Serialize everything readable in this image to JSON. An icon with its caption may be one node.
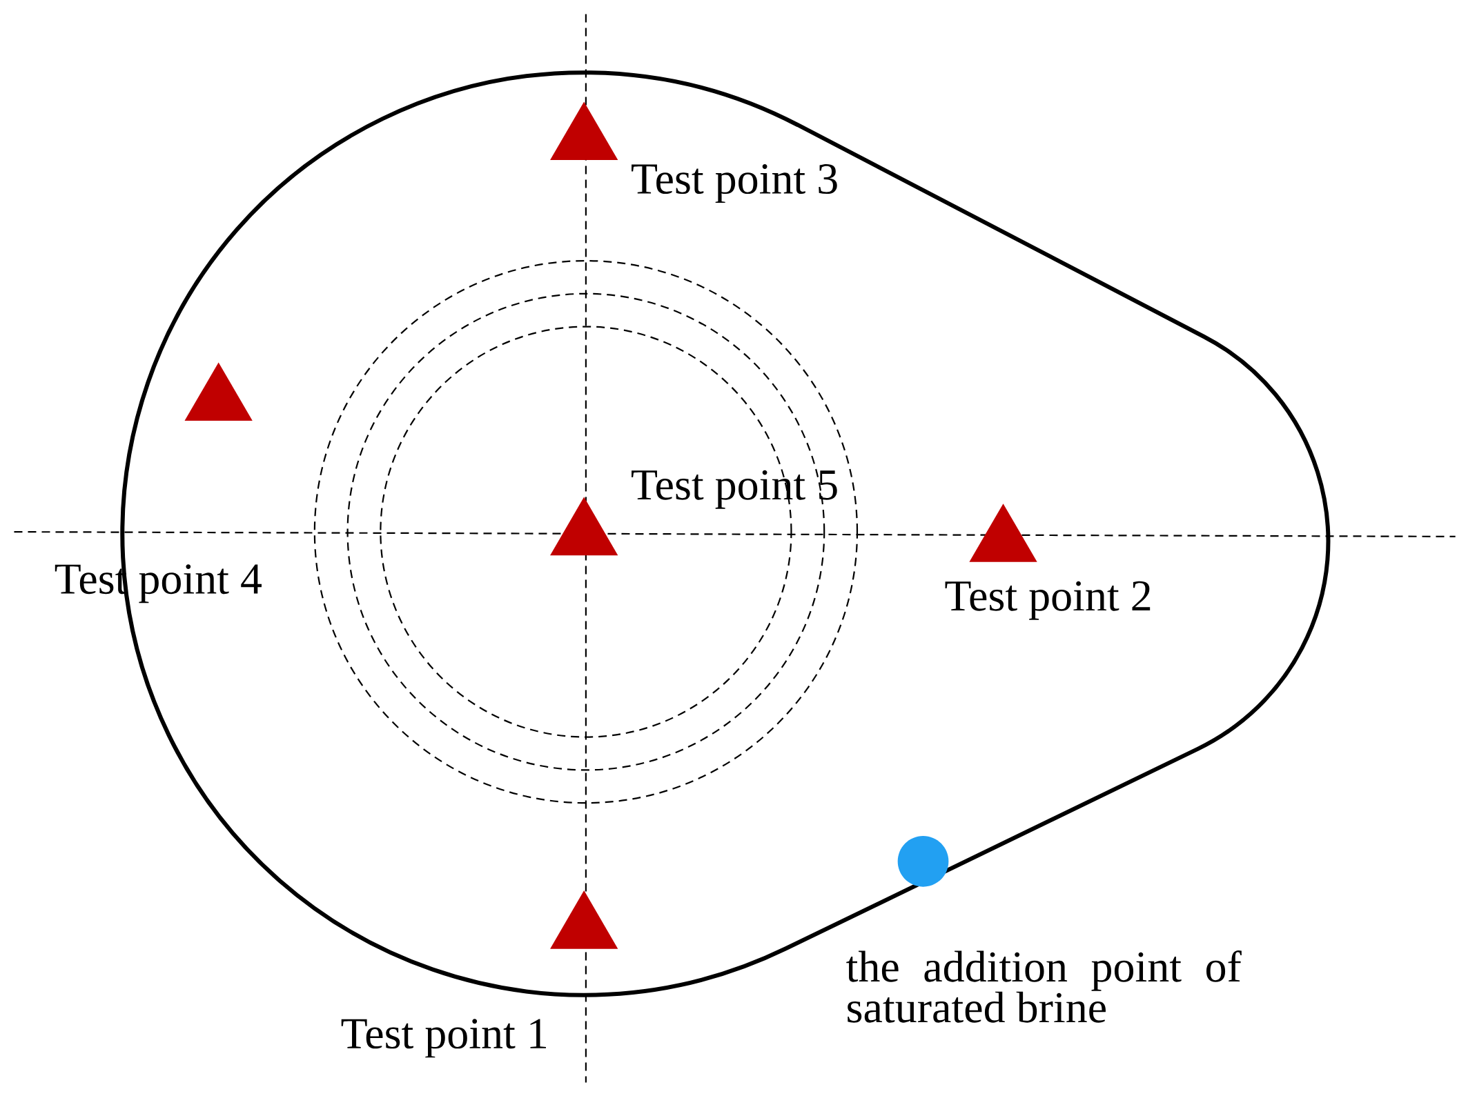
{
  "diagram": {
    "nodes": [
      {
        "text": [
          "Test point 3"
        ]
      },
      {
        "text": [
          "Test point 4"
        ]
      },
      {
        "text": [
          "Test point 5"
        ]
      },
      {
        "text": [
          "Test point 2"
        ]
      },
      {
        "text": [
          "Test point 1"
        ]
      },
      {
        "text": [
          "the addition point of saturated brine"
        ]
      }
    ]
  }
}
